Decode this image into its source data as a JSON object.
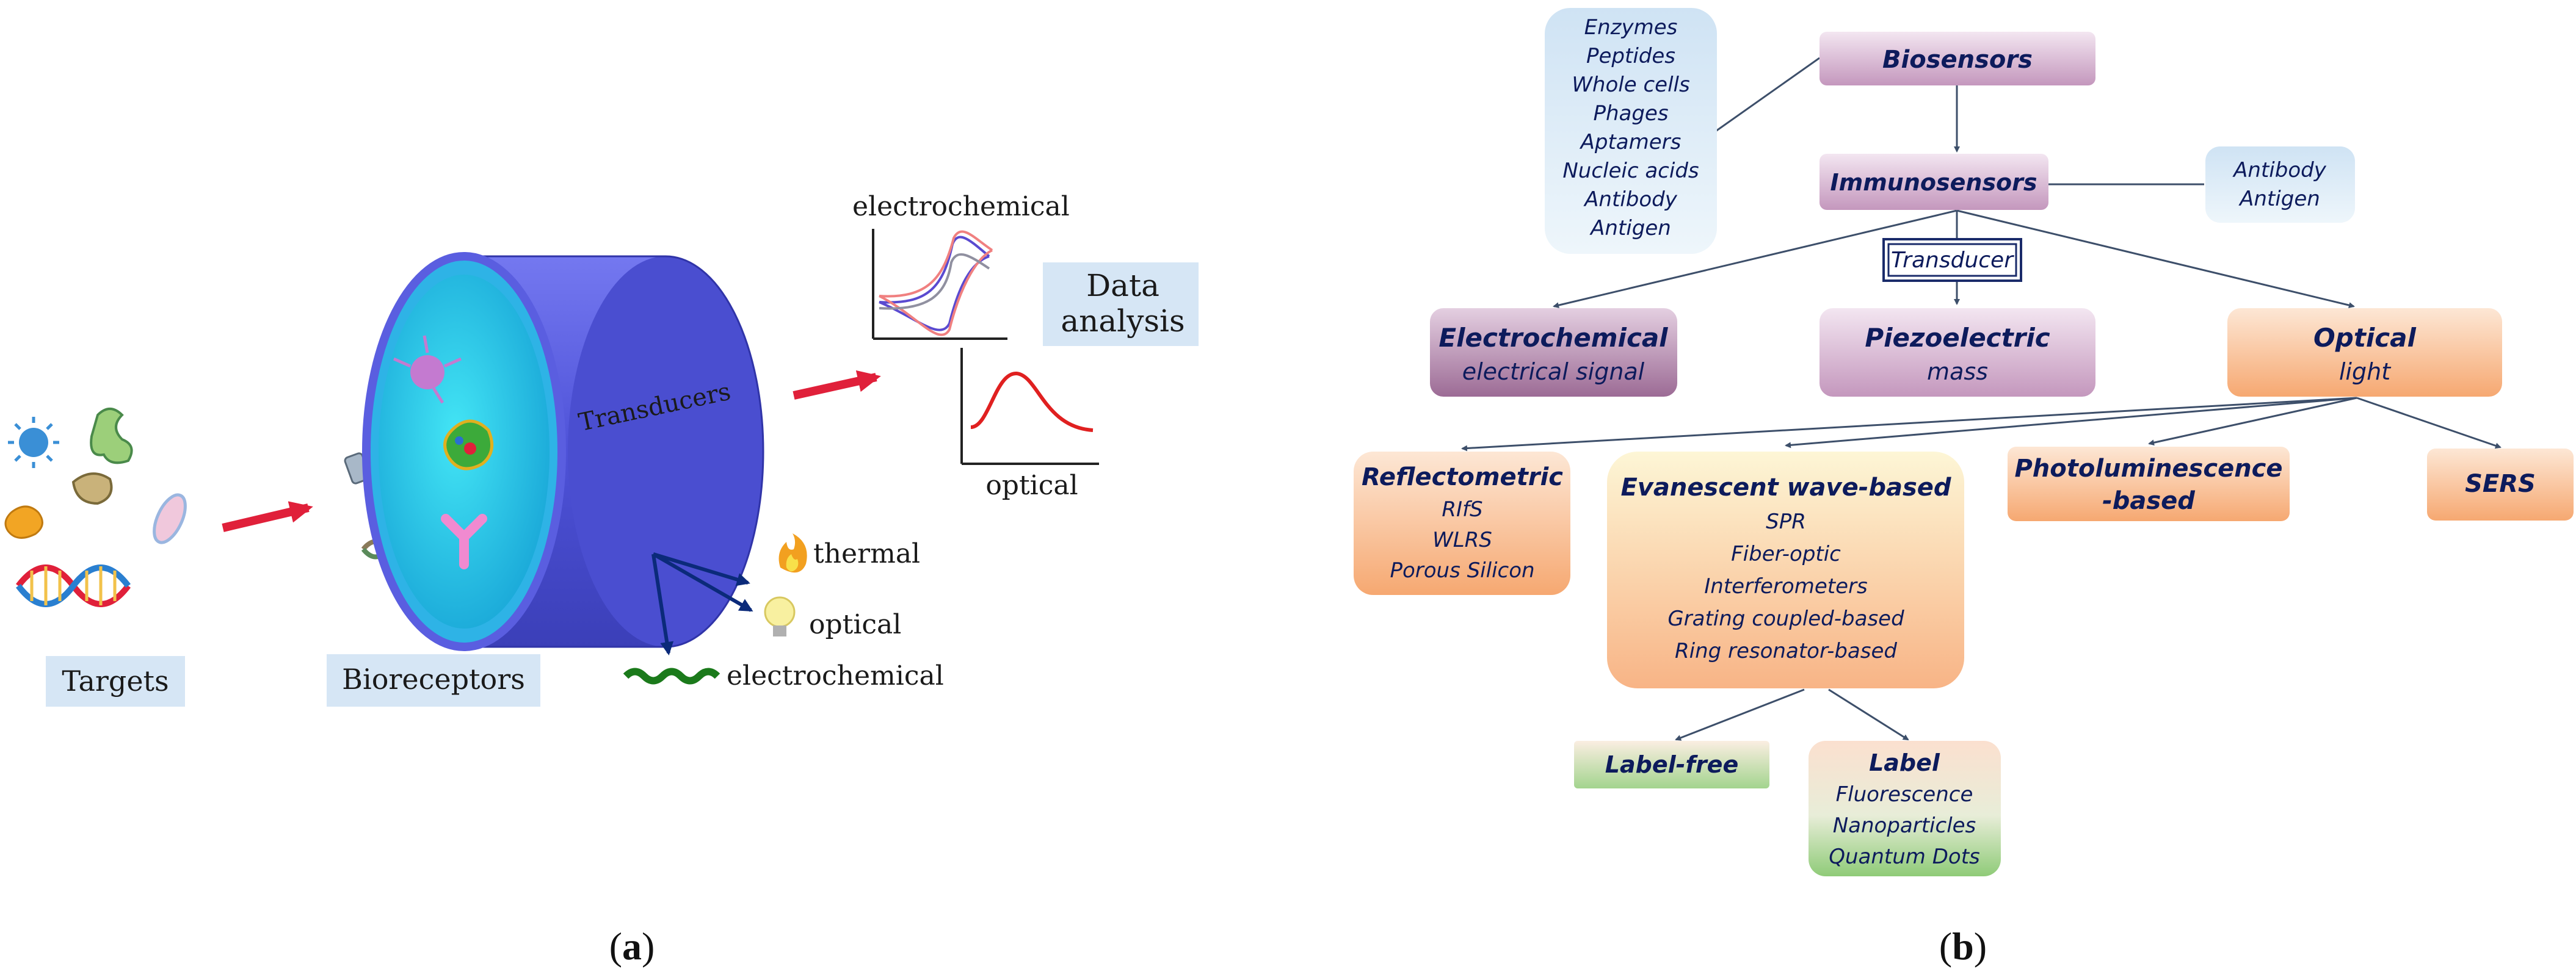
{
  "panel_a": {
    "targets_label": "Targets",
    "bioreceptors_label": "Bioreceptors",
    "transducers_label": "Transducers",
    "electrochemical_label": "electrochemical",
    "data_analysis_line1": "Data",
    "data_analysis_line2": "analysis",
    "optical_label": "optical",
    "thermal_label": "thermal",
    "optical_output_label": "optical",
    "electrochemical_output_label": "electrochemical",
    "caption_open": "(",
    "caption_letter": "a",
    "caption_close": ")"
  },
  "panel_b": {
    "bioreceptor_list": [
      "Enzymes",
      "Peptides",
      "Whole cells",
      "Phages",
      "Aptamers",
      "Nucleic acids",
      "Antibody",
      "Antigen"
    ],
    "biosensors": "Biosensors",
    "immunosensors": "Immunosensors",
    "immuno_list": [
      "Antibody",
      "Antigen"
    ],
    "transducer": "Transducer",
    "electrochemical": {
      "title": "Electrochemical",
      "sub": "electrical signal"
    },
    "piezoelectric": {
      "title": "Piezoelectric",
      "sub": "mass"
    },
    "optical": {
      "title": "Optical",
      "sub": "light"
    },
    "reflectometric": {
      "title": "Reflectometric",
      "items": [
        "RIfS",
        "WLRS",
        "Porous Silicon"
      ]
    },
    "evanescent": {
      "title": "Evanescent wave-based",
      "items": [
        "SPR",
        "Fiber-optic",
        "Interferometers",
        "Grating coupled-based",
        "Ring resonator-based"
      ]
    },
    "photoluminescence": {
      "line1": "Photoluminescence",
      "line2": "-based"
    },
    "sers": "SERS",
    "label_free": "Label-free",
    "label": {
      "title": "Label",
      "items": [
        "Fluorescence",
        "Nanoparticles",
        "Quantum Dots"
      ]
    },
    "caption_open": "(",
    "caption_letter": "b",
    "caption_close": ")"
  },
  "colors": {
    "purple_box": "#c9a3c4",
    "orange_box": "#f8b888",
    "blue_box": "#d6e6f5",
    "green_box": "#9fd08a",
    "cylinder": "#5a5ee0",
    "arrow_red": "#e0203a",
    "text_navy": "#0d1b5c"
  }
}
